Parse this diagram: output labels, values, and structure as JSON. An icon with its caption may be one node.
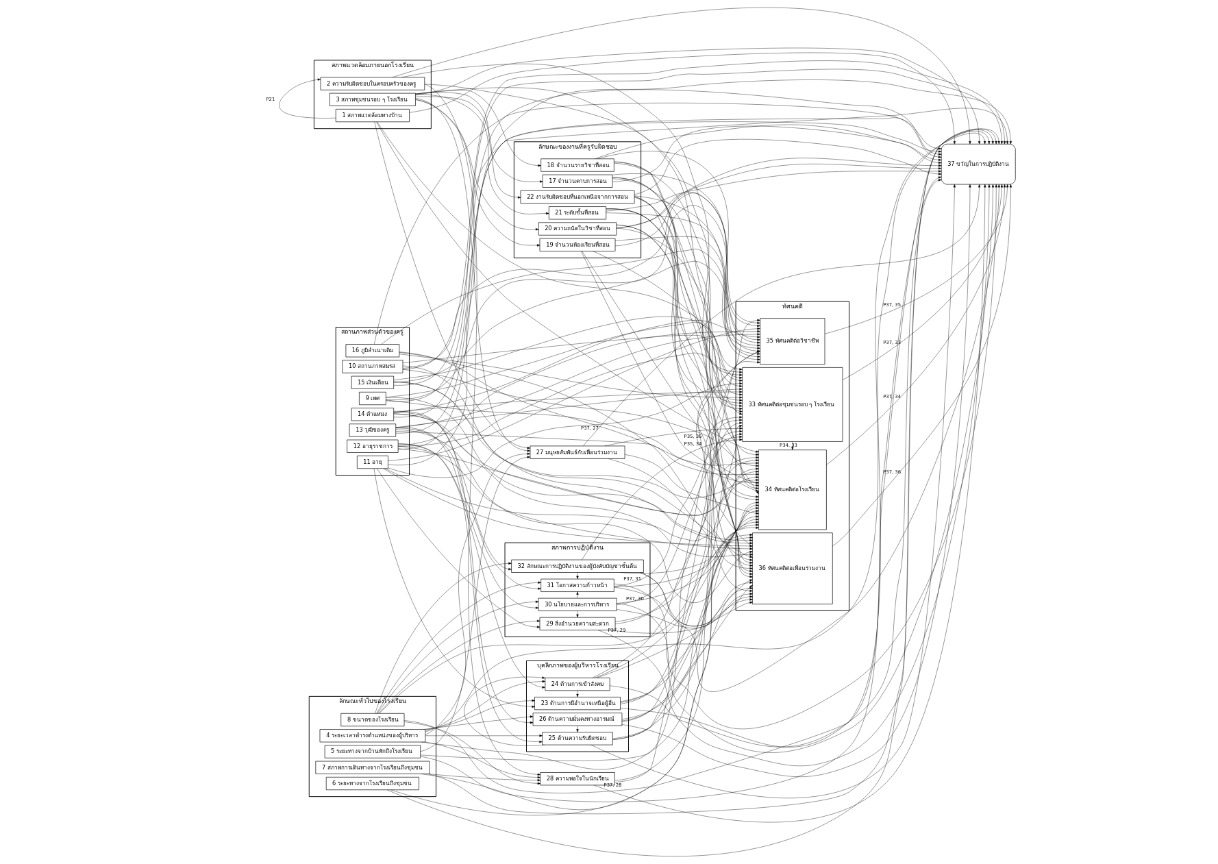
{
  "diagram": {
    "nodes": [
      {
        "text": [
          "สภาพแวดล้อมภายนอกโรงเรียน"
        ]
      },
      {
        "text": [
          "1 สภาพแวดล้อมทางบ้าน"
        ],
        "in": 0
      },
      {
        "text": [
          "2 ความรับผิดชอบในครอบครัวของครู"
        ],
        "in": 0
      },
      {
        "text": [
          "3 สภาพชุมชนรอบ ๆ โรงเรียน"
        ],
        "in": 0
      },
      {
        "text": [
          "ลักษณะทั่วไปของโรงเรียน"
        ]
      },
      {
        "text": [
          "4 ระยะเวลาดำรงตำแหน่งของผู้บริหาร"
        ],
        "in": 4
      },
      {
        "text": [
          "5 ระยะทางจากบ้านพักถึงโรงเรียน"
        ],
        "in": 4
      },
      {
        "text": [
          "6 ระยะทางจากโรงเรียนถึงชุมชน"
        ],
        "in": 4
      },
      {
        "text": [
          "7 สภาพการเดินทางจากโรงเรียนถึงชุมชน"
        ],
        "in": 4
      },
      {
        "text": [
          "8 ขนาดของโรงเรียน"
        ],
        "in": 4
      },
      {
        "text": [
          "สถานภาพส่วนตัวของครู"
        ]
      },
      {
        "text": [
          "9 เพศ"
        ],
        "in": 10
      },
      {
        "text": [
          "10 สถานภาพสมรส"
        ],
        "in": 10
      },
      {
        "text": [
          "11 อายุ"
        ],
        "in": 10
      },
      {
        "text": [
          "12 อายุราชการ"
        ],
        "in": 10
      },
      {
        "text": [
          "13 วุฒิของครู"
        ],
        "in": 10
      },
      {
        "text": [
          "14 ตำแหน่ง"
        ],
        "in": 10
      },
      {
        "text": [
          "15 เงินเดือน"
        ],
        "in": 10
      },
      {
        "text": [
          "16 ภูมิลำเนาเดิม"
        ],
        "in": 10
      },
      {
        "text": [
          "ลักษณะของงานที่ครูรับผิดชอบ"
        ]
      },
      {
        "text": [
          "17 จำนวนคาบการสอน"
        ],
        "in": 19
      },
      {
        "text": [
          "18 จำนวนรายวิชาที่สอน"
        ],
        "in": 19
      },
      {
        "text": [
          "19 จำนวนห้องเรียนที่สอน"
        ],
        "in": 19
      },
      {
        "text": [
          "20 ความถนัดในวิชาที่สอน"
        ],
        "in": 19
      },
      {
        "text": [
          "21 ระดับชั้นที่สอน"
        ],
        "in": 19
      },
      {
        "text": [
          "22 งานรับผิดชอบที่นอกเหนือจากการสอน"
        ],
        "in": 19
      },
      {
        "text": [
          "บุคลิกภาพของผู้บริหารโรงเรียน"
        ]
      },
      {
        "text": [
          "23 ด้านการมีอำนาจเหนือผู้อื่น"
        ],
        "in": 26
      },
      {
        "text": [
          "24 ด้านการเข้าสังคม"
        ],
        "in": 26
      },
      {
        "text": [
          "25 ด้านความรับผิดชอบ"
        ],
        "in": 26
      },
      {
        "text": [
          "26 ด้านความมั่นคงทางอารมณ์"
        ],
        "in": 26
      },
      {
        "text": [
          "27 มนุษยสัมพันธ์กับเพื่อนร่วมงาน"
        ]
      },
      {
        "text": [
          "28 ความพอใจในนักเรียน"
        ]
      },
      {
        "text": [
          "สภาพการปฏิบัติงาน"
        ]
      },
      {
        "text": [
          "29 สิ่งอำนวยความสะดวก"
        ],
        "in": 33
      },
      {
        "text": [
          "30 นโยบายและการบริหาร"
        ],
        "in": 33
      },
      {
        "text": [
          "31 โอกาสความก้าวหน้า"
        ],
        "in": 33
      },
      {
        "text": [
          "32 ลักษณะการปฏิบัติงานของผู้บังคับบัญชาชั้นต้น"
        ],
        "in": 33
      },
      {
        "text": [
          "ทัศนคติ"
        ]
      },
      {
        "text": [
          "33 ทัศนคติต่อชุมชนรอบ ๆ โรงเรียน"
        ],
        "in": 38
      },
      {
        "text": [
          "34 ทัศนคติต่อโรงเรียน"
        ],
        "in": 38
      },
      {
        "text": [
          "35 ทัศนคติต่อวิชาชีพ"
        ],
        "in": 38
      },
      {
        "text": [
          "36 ทัศนคติต่อเพื่อนร่วมงาน"
        ],
        "in": 38
      },
      {
        "text": [
          "37 ขวัญในการปฏิบัติงาน"
        ]
      }
    ],
    "edges": [
      {
        "from": 1,
        "to": 2,
        "arrow": "to",
        "label": "P21"
      },
      {
        "from": 28,
        "to": 27,
        "arrow": "to"
      },
      {
        "from": 29,
        "to": 28,
        "arrow": "to"
      },
      {
        "from": 30,
        "to": 29,
        "arrow": "to"
      },
      {
        "from": 35,
        "to": 34,
        "arrow": "to"
      },
      {
        "from": 35,
        "to": 36,
        "arrow": "to"
      },
      {
        "from": 37,
        "to": 36,
        "arrow": "to"
      },
      {
        "from": 39,
        "to": 40,
        "arrow": "to",
        "label": "P34, 33"
      },
      {
        "from": 40,
        "to": 41,
        "arrow": "to",
        "label": "P35, 34"
      },
      {
        "from": 42,
        "to": 41,
        "arrow": "to",
        "label": "P35, 36"
      },
      {
        "from": 39,
        "to": 43,
        "arrow": "to",
        "label": "P37, 33"
      },
      {
        "from": 40,
        "to": 43,
        "arrow": "to",
        "label": "P37, 34"
      },
      {
        "from": 41,
        "to": 43,
        "arrow": "to",
        "label": "P37, 35"
      },
      {
        "from": 42,
        "to": 43,
        "arrow": "to",
        "label": "P37, 36"
      },
      {
        "from": 34,
        "to": 43,
        "arrow": "to",
        "label": "P37, 29"
      },
      {
        "from": 35,
        "to": 43,
        "arrow": "to",
        "label": "P37, 30"
      },
      {
        "from": 36,
        "to": 43,
        "arrow": "to",
        "label": "P37, 31"
      },
      {
        "from": 31,
        "to": 43,
        "arrow": "to",
        "label": "P37, 27"
      },
      {
        "from": 32,
        "to": 43,
        "arrow": "to",
        "label": "P37, 28"
      },
      {
        "from": 37,
        "to": 43,
        "arrow": "to"
      },
      {
        "from": 1,
        "to": 43,
        "arrow": "to"
      },
      {
        "from": 2,
        "to": 43,
        "arrow": "to"
      },
      {
        "from": 3,
        "to": 43,
        "arrow": "to"
      },
      {
        "from": 5,
        "to": 43,
        "arrow": "to"
      },
      {
        "from": 6,
        "to": 43,
        "arrow": "to"
      },
      {
        "from": 7,
        "to": 43,
        "arrow": "to"
      },
      {
        "from": 8,
        "to": 43,
        "arrow": "to"
      },
      {
        "from": 9,
        "to": 43,
        "arrow": "to"
      },
      {
        "from": 11,
        "to": 43,
        "arrow": "to"
      },
      {
        "from": 12,
        "to": 43,
        "arrow": "to"
      },
      {
        "from": 13,
        "to": 43,
        "arrow": "to"
      },
      {
        "from": 14,
        "to": 43,
        "arrow": "to"
      },
      {
        "from": 15,
        "to": 43,
        "arrow": "to"
      },
      {
        "from": 16,
        "to": 43,
        "arrow": "to"
      },
      {
        "from": 17,
        "to": 43,
        "arrow": "to"
      },
      {
        "from": 18,
        "to": 43,
        "arrow": "to"
      },
      {
        "from": 20,
        "to": 43,
        "arrow": "to"
      },
      {
        "from": 21,
        "to": 43,
        "arrow": "to"
      },
      {
        "from": 22,
        "to": 43,
        "arrow": "to"
      },
      {
        "from": 23,
        "to": 43,
        "arrow": "to"
      },
      {
        "from": 24,
        "to": 43,
        "arrow": "to"
      },
      {
        "from": 25,
        "to": 43,
        "arrow": "to"
      },
      {
        "from": 27,
        "to": 43,
        "arrow": "to"
      },
      {
        "from": 28,
        "to": 43,
        "arrow": "to"
      },
      {
        "from": 29,
        "to": 43,
        "arrow": "to"
      },
      {
        "from": 30,
        "to": 43,
        "arrow": "to"
      },
      {
        "from": 1,
        "to": 39,
        "arrow": "to"
      },
      {
        "from": 1,
        "to": 40,
        "arrow": "to"
      },
      {
        "from": 2,
        "to": 39,
        "arrow": "to"
      },
      {
        "from": 2,
        "to": 40,
        "arrow": "to"
      },
      {
        "from": 1,
        "to": 31,
        "arrow": "to"
      },
      {
        "from": 2,
        "to": 32,
        "arrow": "to"
      },
      {
        "from": 3,
        "to": 20,
        "arrow": "to"
      },
      {
        "from": 3,
        "to": 21,
        "arrow": "to"
      },
      {
        "from": 3,
        "to": 22,
        "arrow": "to"
      },
      {
        "from": 3,
        "to": 23,
        "arrow": "to"
      },
      {
        "from": 3,
        "to": 24,
        "arrow": "to"
      },
      {
        "from": 3,
        "to": 25,
        "arrow": "to"
      },
      {
        "from": 3,
        "to": 31,
        "arrow": "to"
      },
      {
        "from": 3,
        "to": 39,
        "arrow": "to"
      },
      {
        "from": 5,
        "to": 27,
        "arrow": "to"
      },
      {
        "from": 5,
        "to": 28,
        "arrow": "to"
      },
      {
        "from": 5,
        "to": 29,
        "arrow": "to"
      },
      {
        "from": 5,
        "to": 30,
        "arrow": "to"
      },
      {
        "from": 5,
        "to": 31,
        "arrow": "to"
      },
      {
        "from": 5,
        "to": 32,
        "arrow": "to"
      },
      {
        "from": 5,
        "to": 40,
        "arrow": "to"
      },
      {
        "from": 6,
        "to": 31,
        "arrow": "to"
      },
      {
        "from": 6,
        "to": 41,
        "arrow": "to"
      },
      {
        "from": 7,
        "to": 42,
        "arrow": "to"
      },
      {
        "from": 8,
        "to": 32,
        "arrow": "to"
      },
      {
        "from": 8,
        "to": 42,
        "arrow": "to"
      },
      {
        "from": 9,
        "to": 34,
        "arrow": "to"
      },
      {
        "from": 9,
        "to": 35,
        "arrow": "to"
      },
      {
        "from": 9,
        "to": 36,
        "arrow": "to"
      },
      {
        "from": 9,
        "to": 37,
        "arrow": "to"
      },
      {
        "from": 9,
        "to": 32,
        "arrow": "to"
      },
      {
        "from": 9,
        "to": 40,
        "arrow": "to"
      },
      {
        "from": 11,
        "to": 39,
        "arrow": "to"
      },
      {
        "from": 11,
        "to": 40,
        "arrow": "to"
      },
      {
        "from": 11,
        "to": 41,
        "arrow": "to"
      },
      {
        "from": 11,
        "to": 42,
        "arrow": "to"
      },
      {
        "from": 12,
        "to": 39,
        "arrow": "to"
      },
      {
        "from": 12,
        "to": 40,
        "arrow": "to"
      },
      {
        "from": 12,
        "to": 41,
        "arrow": "to"
      },
      {
        "from": 12,
        "to": 42,
        "arrow": "to"
      },
      {
        "from": 13,
        "to": 39,
        "arrow": "to"
      },
      {
        "from": 13,
        "to": 40,
        "arrow": "to"
      },
      {
        "from": 13,
        "to": 41,
        "arrow": "to"
      },
      {
        "from": 13,
        "to": 42,
        "arrow": "to"
      },
      {
        "from": 14,
        "to": 39,
        "arrow": "to"
      },
      {
        "from": 14,
        "to": 40,
        "arrow": "to"
      },
      {
        "from": 14,
        "to": 41,
        "arrow": "to"
      },
      {
        "from": 14,
        "to": 42,
        "arrow": "to"
      },
      {
        "from": 15,
        "to": 39,
        "arrow": "to"
      },
      {
        "from": 15,
        "to": 40,
        "arrow": "to"
      },
      {
        "from": 15,
        "to": 41,
        "arrow": "to"
      },
      {
        "from": 15,
        "to": 42,
        "arrow": "to"
      },
      {
        "from": 16,
        "to": 39,
        "arrow": "to"
      },
      {
        "from": 16,
        "to": 40,
        "arrow": "to"
      },
      {
        "from": 16,
        "to": 41,
        "arrow": "to"
      },
      {
        "from": 16,
        "to": 42,
        "arrow": "to"
      },
      {
        "from": 17,
        "to": 39,
        "arrow": "to"
      },
      {
        "from": 17,
        "to": 40,
        "arrow": "to"
      },
      {
        "from": 17,
        "to": 41,
        "arrow": "to"
      },
      {
        "from": 17,
        "to": 42,
        "arrow": "to"
      },
      {
        "from": 18,
        "to": 39,
        "arrow": "to"
      },
      {
        "from": 18,
        "to": 40,
        "arrow": "to"
      },
      {
        "from": 18,
        "to": 41,
        "arrow": "to"
      },
      {
        "from": 18,
        "to": 42,
        "arrow": "to"
      },
      {
        "from": 20,
        "to": 39,
        "arrow": "to"
      },
      {
        "from": 20,
        "to": 40,
        "arrow": "to"
      },
      {
        "from": 20,
        "to": 41,
        "arrow": "to"
      },
      {
        "from": 20,
        "to": 42,
        "arrow": "to"
      },
      {
        "from": 21,
        "to": 39,
        "arrow": "to"
      },
      {
        "from": 21,
        "to": 40,
        "arrow": "to"
      },
      {
        "from": 21,
        "to": 41,
        "arrow": "to"
      },
      {
        "from": 21,
        "to": 42,
        "arrow": "to"
      },
      {
        "from": 22,
        "to": 39,
        "arrow": "to"
      },
      {
        "from": 22,
        "to": 40,
        "arrow": "to"
      },
      {
        "from": 22,
        "to": 41,
        "arrow": "to"
      },
      {
        "from": 22,
        "to": 42,
        "arrow": "to"
      },
      {
        "from": 23,
        "to": 39,
        "arrow": "to"
      },
      {
        "from": 23,
        "to": 40,
        "arrow": "to"
      },
      {
        "from": 23,
        "to": 41,
        "arrow": "to"
      },
      {
        "from": 23,
        "to": 42,
        "arrow": "to"
      },
      {
        "from": 24,
        "to": 39,
        "arrow": "to"
      },
      {
        "from": 24,
        "to": 40,
        "arrow": "to"
      },
      {
        "from": 24,
        "to": 41,
        "arrow": "to"
      },
      {
        "from": 24,
        "to": 42,
        "arrow": "to"
      },
      {
        "from": 25,
        "to": 39,
        "arrow": "to"
      },
      {
        "from": 25,
        "to": 40,
        "arrow": "to"
      },
      {
        "from": 25,
        "to": 41,
        "arrow": "to"
      },
      {
        "from": 25,
        "to": 42,
        "arrow": "to"
      },
      {
        "from": 27,
        "to": 39,
        "arrow": "to"
      },
      {
        "from": 27,
        "to": 40,
        "arrow": "to"
      },
      {
        "from": 27,
        "to": 42,
        "arrow": "to"
      },
      {
        "from": 28,
        "to": 39,
        "arrow": "to"
      },
      {
        "from": 28,
        "to": 40,
        "arrow": "to"
      },
      {
        "from": 28,
        "to": 42,
        "arrow": "to"
      },
      {
        "from": 29,
        "to": 39,
        "arrow": "to"
      },
      {
        "from": 29,
        "to": 40,
        "arrow": "to"
      },
      {
        "from": 29,
        "to": 42,
        "arrow": "to"
      },
      {
        "from": 30,
        "to": 39,
        "arrow": "to"
      },
      {
        "from": 30,
        "to": 40,
        "arrow": "to"
      },
      {
        "from": 30,
        "to": 42,
        "arrow": "to"
      },
      {
        "from": 31,
        "to": 39,
        "arrow": "to"
      },
      {
        "from": 31,
        "to": 40,
        "arrow": "to"
      },
      {
        "from": 31,
        "to": 42,
        "arrow": "to"
      },
      {
        "from": 32,
        "to": 40,
        "arrow": "to"
      },
      {
        "from": 32,
        "to": 41,
        "arrow": "to"
      },
      {
        "from": 34,
        "to": 39,
        "arrow": "to"
      },
      {
        "from": 34,
        "to": 40,
        "arrow": "to"
      },
      {
        "from": 34,
        "to": 42,
        "arrow": "to"
      },
      {
        "from": 35,
        "to": 39,
        "arrow": "to"
      },
      {
        "from": 35,
        "to": 40,
        "arrow": "to"
      },
      {
        "from": 35,
        "to": 42,
        "arrow": "to"
      },
      {
        "from": 36,
        "to": 39,
        "arrow": "to"
      },
      {
        "from": 36,
        "to": 40,
        "arrow": "to"
      },
      {
        "from": 36,
        "to": 42,
        "arrow": "to"
      },
      {
        "from": 37,
        "to": 39,
        "arrow": "to"
      },
      {
        "from": 37,
        "to": 40,
        "arrow": "to"
      },
      {
        "from": 37,
        "to": 42,
        "arrow": "to"
      },
      {
        "from": 13,
        "to": 27,
        "arrow": "to"
      },
      {
        "from": 14,
        "to": 28,
        "arrow": "to"
      },
      {
        "from": 15,
        "to": 29,
        "arrow": "to"
      },
      {
        "from": 16,
        "to": 30,
        "arrow": "to"
      },
      {
        "from": 13,
        "to": 34,
        "arrow": "to"
      },
      {
        "from": 14,
        "to": 35,
        "arrow": "to"
      },
      {
        "from": 15,
        "to": 36,
        "arrow": "to"
      },
      {
        "from": 16,
        "to": 37,
        "arrow": "to"
      }
    ]
  }
}
